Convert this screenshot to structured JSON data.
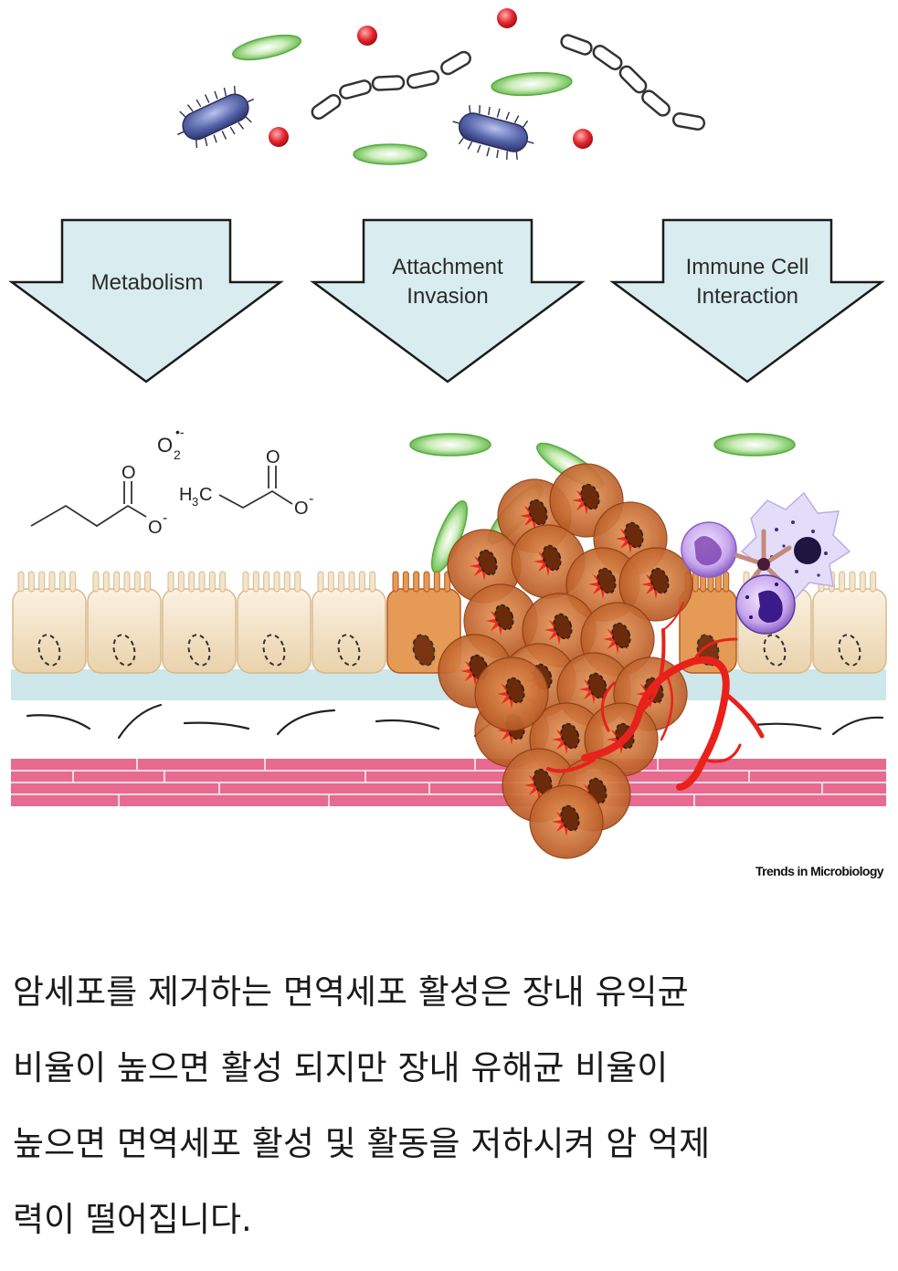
{
  "figure": {
    "arrows": [
      {
        "lines": [
          "Metabolism"
        ]
      },
      {
        "lines": [
          "Attachment",
          "Invasion"
        ]
      },
      {
        "lines": [
          "Immune Cell",
          "Interaction"
        ]
      }
    ],
    "molecules": {
      "superoxide": {
        "base": "O",
        "sub": "2",
        "sup": "•-"
      },
      "butyrate": {
        "o_top": "O",
        "o_minus": "O",
        "charge": "-"
      },
      "propionate": {
        "h3c": "H",
        "h3c_sub": "3",
        "h3c_c": "C",
        "o_top": "O",
        "o_minus": "O",
        "charge": "-"
      }
    },
    "credit": "Trends in Microbiology",
    "colors": {
      "arrow_fill": "#d9ecef",
      "epithelium": "#f1dcbc",
      "tumor": "#c8652a",
      "muscle": "#e86a8f",
      "blood_vessel": "#e8211b",
      "bacteria_blue": "#5864a8",
      "bacteria_green": "#8fd17a"
    }
  },
  "caption": {
    "lines": [
      "암세포를 제거하는 면역세포 활성은 장내 유익균",
      "비율이 높으면 활성 되지만 장내  유해균 비율이",
      "높으면 면역세포 활성 및 활동을 저하시켜 암 억제",
      "력이 떨어집니다."
    ]
  }
}
